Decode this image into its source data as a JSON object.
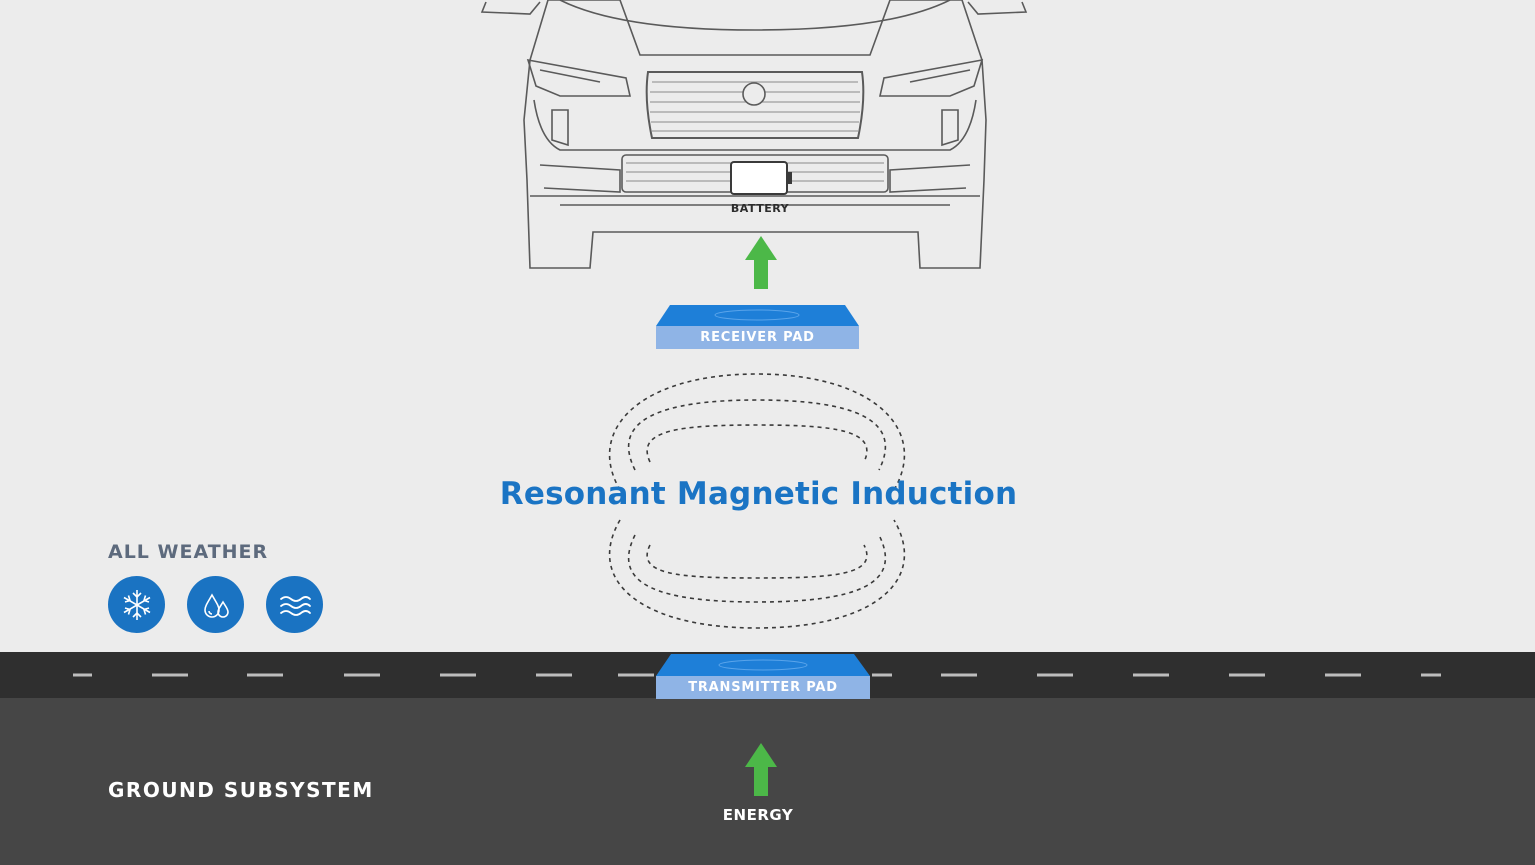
{
  "diagram": {
    "title": "Resonant Magnetic Induction",
    "battery_label": "BATTERY",
    "receiver_pad_label": "RECEIVER PAD",
    "transmitter_pad_label": "TRANSMITTER PAD",
    "energy_label": "ENERGY",
    "ground_label": "GROUND SUBSYSTEM",
    "weather": {
      "label": "ALL WEATHER",
      "icons": [
        "snowflake-icon",
        "rain-drops-icon",
        "water-waves-icon"
      ]
    }
  },
  "colors": {
    "background": "#ececec",
    "accent_blue": "#1a74c4",
    "pad_blue": "#1e7fd8",
    "pad_light_blue": "#8fb4e6",
    "arrow_green": "#4cb848",
    "road": "#2f2f2f",
    "ground": "#464646"
  }
}
